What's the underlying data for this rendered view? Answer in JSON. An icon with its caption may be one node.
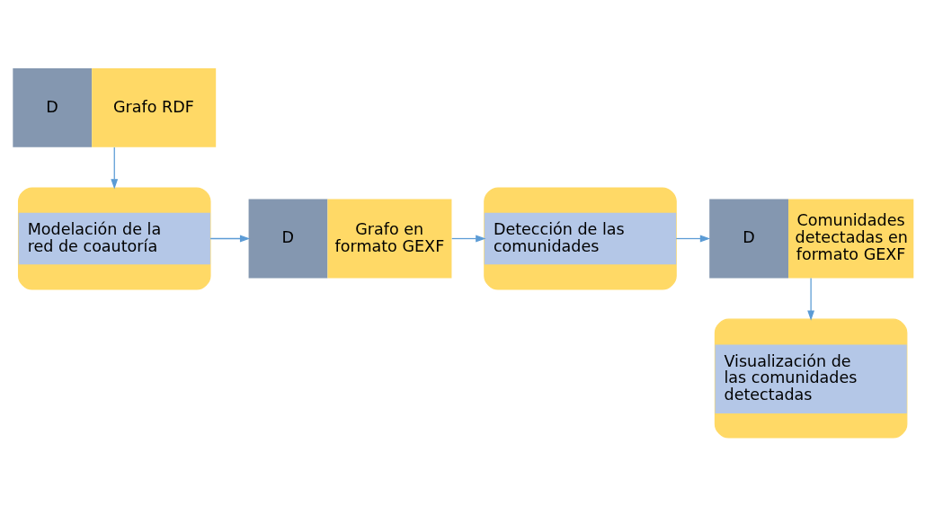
{
  "diagram": {
    "nodes": [
      {
        "text": [
          "D",
          "Grafo RDF"
        ]
      },
      {
        "text": [
          "Modelación de la red de coautoría"
        ]
      },
      {
        "text": [
          "D",
          "Grafo en formato GEXF"
        ]
      },
      {
        "text": [
          "Detección de las comunidades"
        ]
      },
      {
        "text": [
          "D",
          "Comunidades detectadas en formato GEXF"
        ]
      },
      {
        "text": [
          "Visualización de las comunidades detectadas"
        ]
      }
    ],
    "edges": [
      {
        "from": 0,
        "to": 1,
        "arrow": "to"
      },
      {
        "from": 1,
        "to": 2,
        "arrow": "to"
      },
      {
        "from": 2,
        "to": 3,
        "arrow": "to"
      },
      {
        "from": 3,
        "to": 4,
        "arrow": "to"
      },
      {
        "from": 4,
        "to": 5,
        "arrow": "to"
      }
    ]
  }
}
